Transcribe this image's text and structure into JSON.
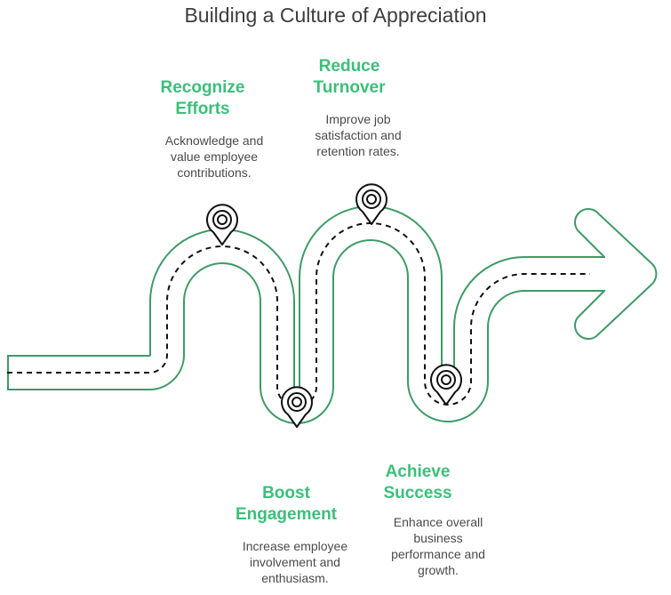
{
  "title": "Building a Culture of Appreciation",
  "colors": {
    "road_outline": "#3f9a66",
    "heading": "#3cbf7a",
    "dashed_line": "#111111",
    "pin": "#111111"
  },
  "milestones": [
    {
      "heading": "Recognize\nEfforts",
      "description": "Acknowledge and\nvalue employee\ncontributions.",
      "icon": "location-pin-icon"
    },
    {
      "heading": "Boost\nEngagement",
      "description": "Increase employee\ninvolvement and\nenthusiasm.",
      "icon": "location-pin-icon"
    },
    {
      "heading": "Reduce\nTurnover",
      "description": "Improve job\nsatisfaction and\nretention rates.",
      "icon": "location-pin-icon"
    },
    {
      "heading": "Achieve\nSuccess",
      "description": "Enhance overall\nbusiness\nperformance and\ngrowth.",
      "icon": "location-pin-icon"
    }
  ]
}
